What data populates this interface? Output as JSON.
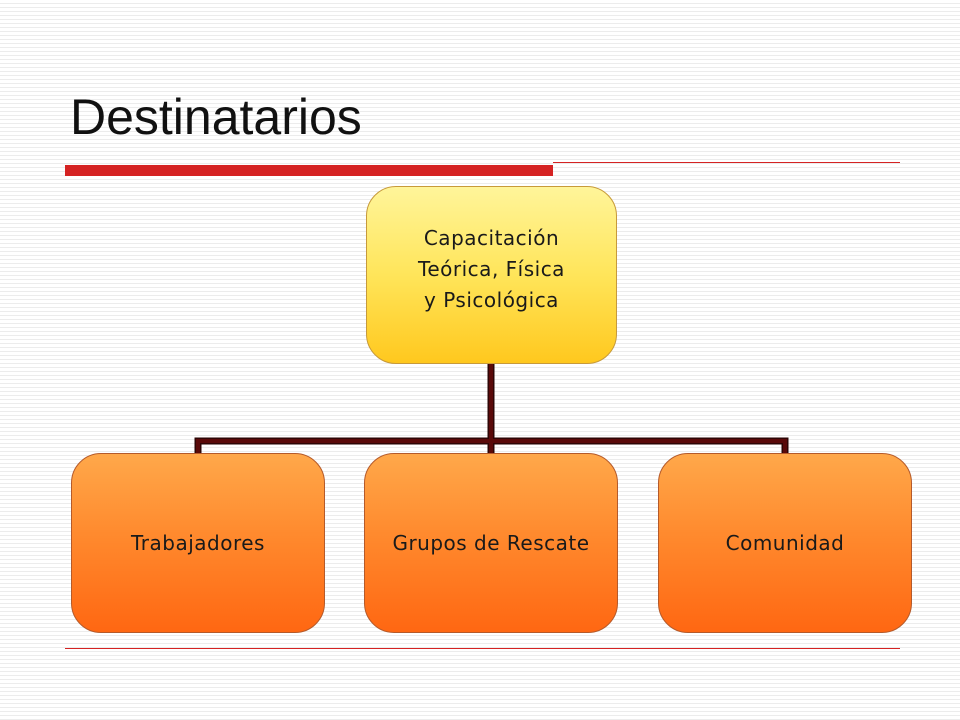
{
  "slide": {
    "title": "Destinatarios"
  },
  "diagram": {
    "root": {
      "lines": [
        "Capacitación",
        "Teórica, Física",
        "y Psicológica"
      ]
    },
    "children": [
      {
        "label": "Trabajadores"
      },
      {
        "label": "Grupos de Rescate"
      },
      {
        "label": "Comunidad"
      }
    ]
  },
  "colors": {
    "title_rule": "#d52323",
    "connector": "#5a0a0a",
    "root_fill_top": "#fff59a",
    "root_fill_bottom": "#ffc81e",
    "child_fill_top": "#ffa84a",
    "child_fill_bottom": "#ff6712"
  }
}
